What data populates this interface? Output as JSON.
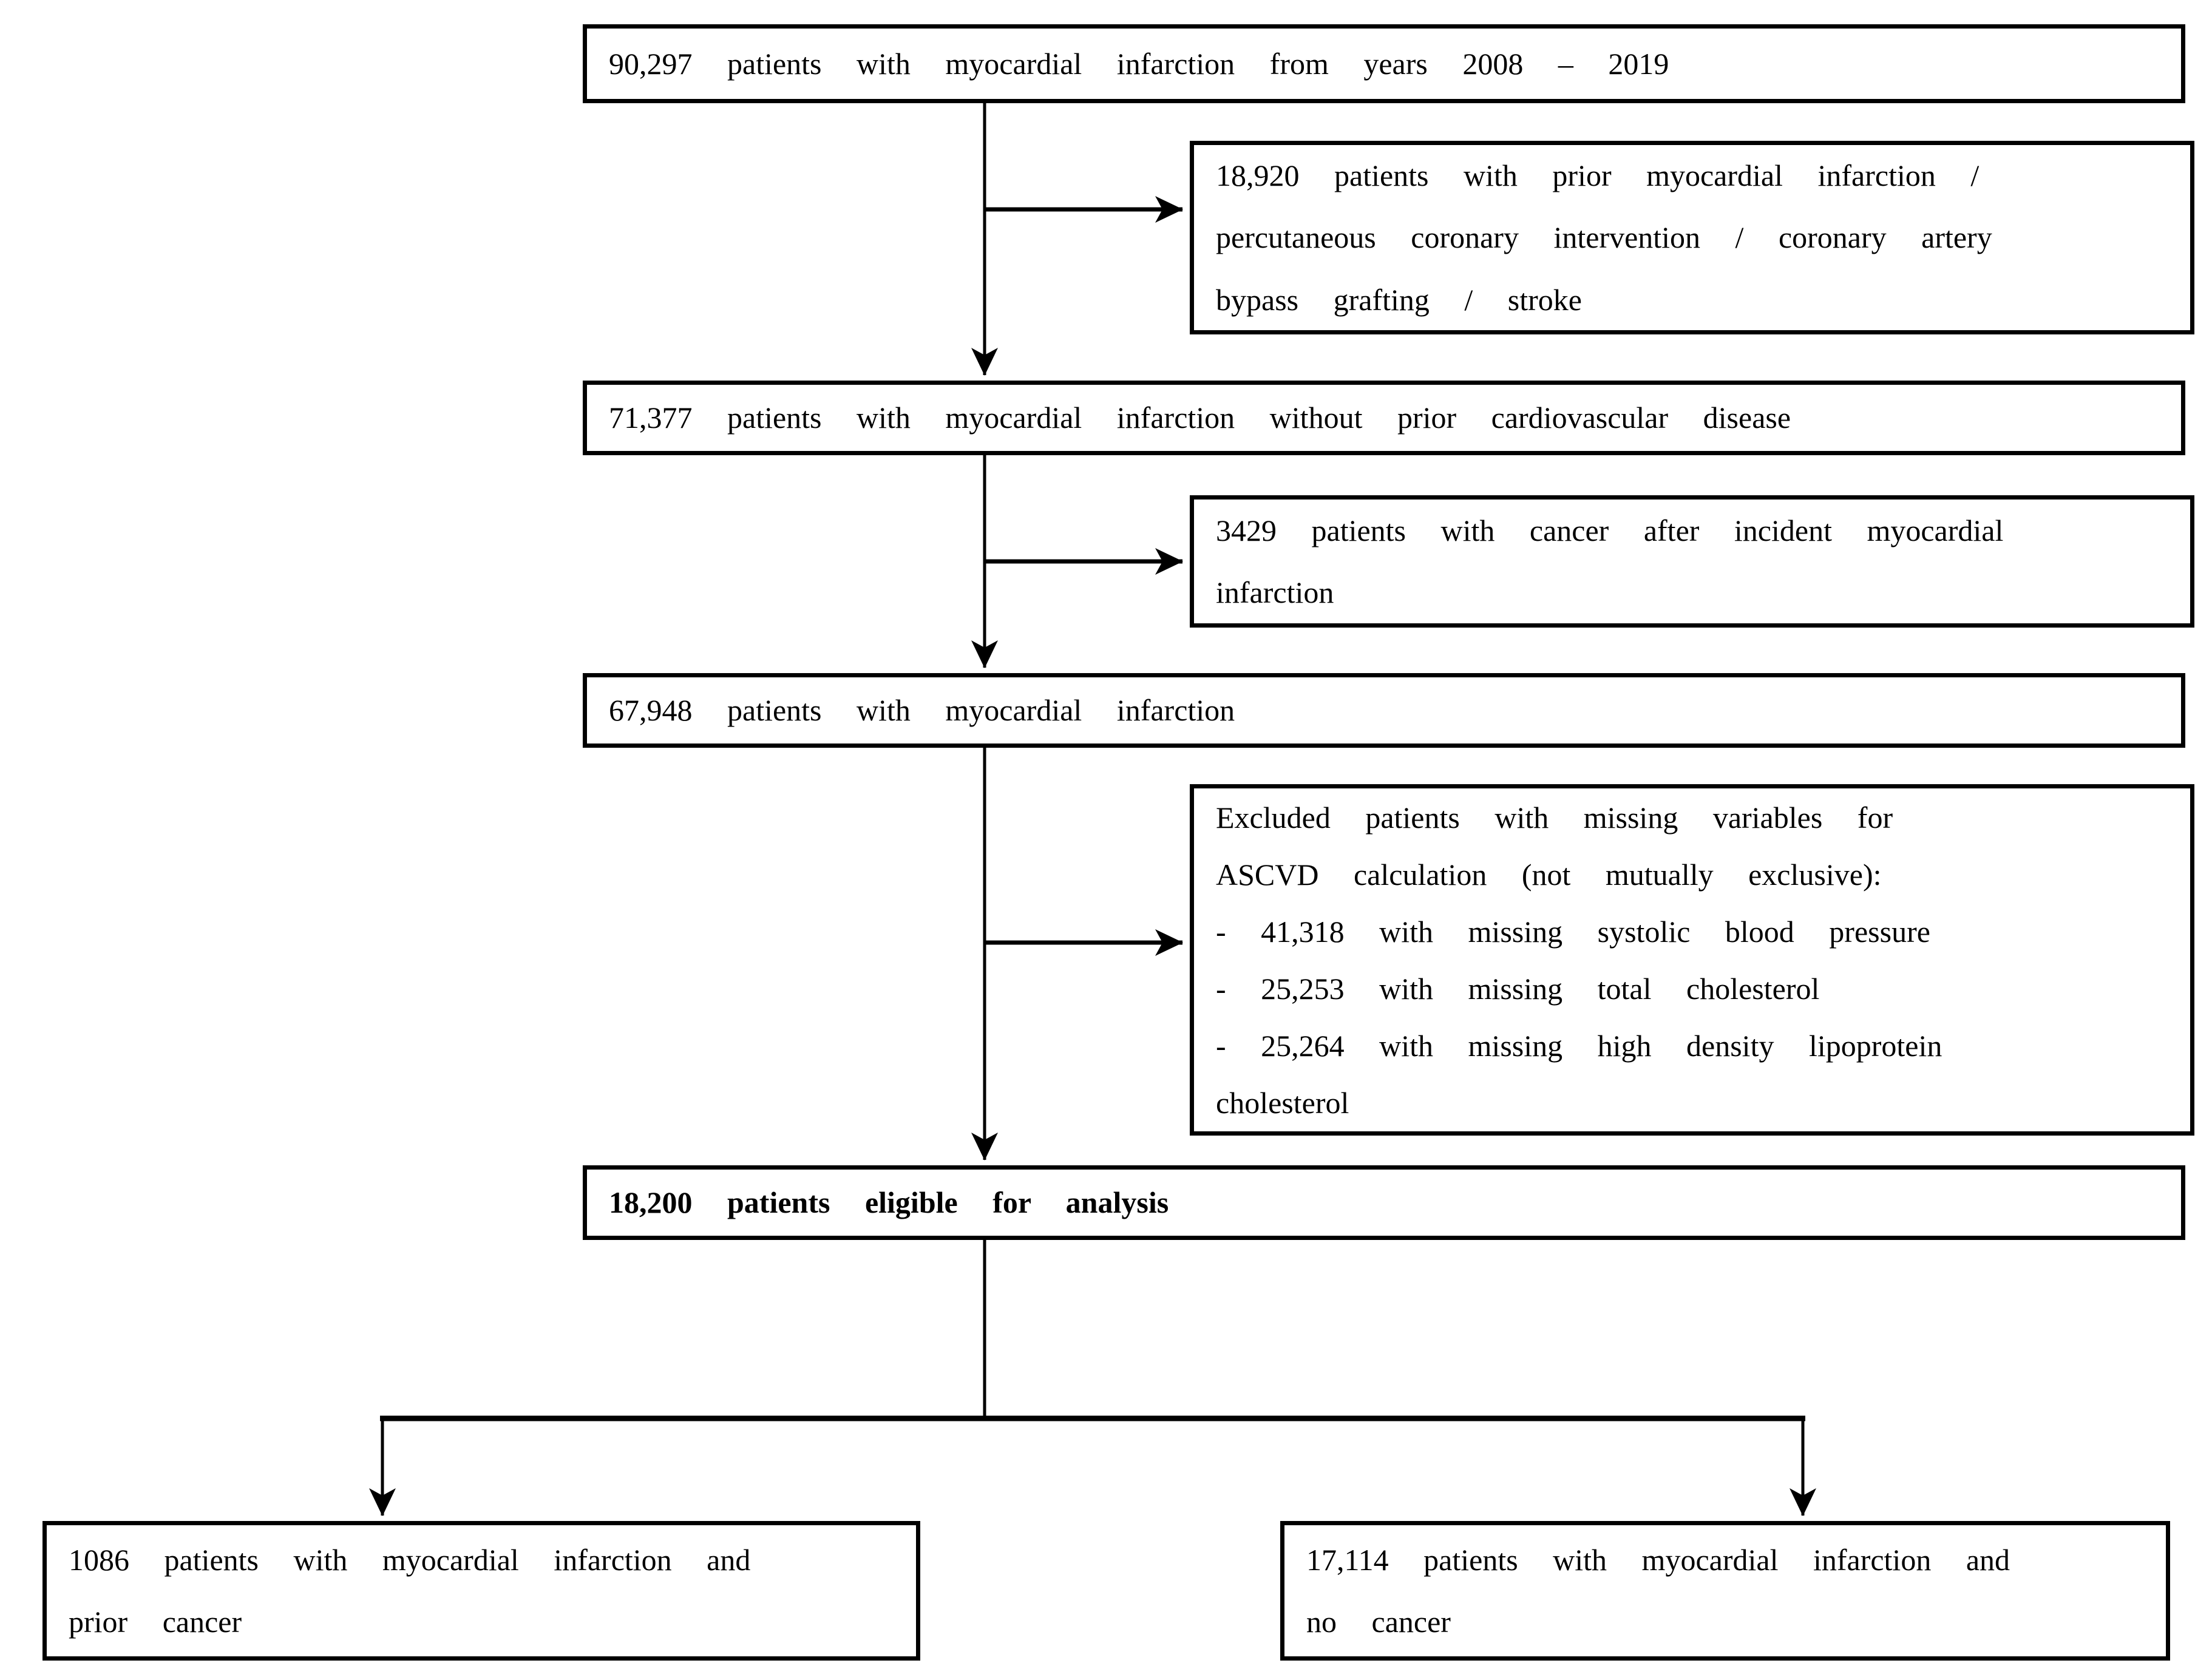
{
  "flowchart": {
    "description": "Patient selection flow diagram, myocardial infarction cohort",
    "colors": {
      "background": "#ffffff",
      "box_border": "#000000",
      "connector": "#000000",
      "text": "#000000"
    },
    "boxes": {
      "initial": {
        "bold": false,
        "lines": [
          "90,297 patients with myocardial infarction from years 2008 – 2019"
        ]
      },
      "excluded_prior_cvd": {
        "bold": false,
        "lines": [
          "18,920 patients with prior myocardial infarction /",
          "percutaneous coronary intervention / coronary artery",
          "bypass grafting / stroke"
        ]
      },
      "no_prior_cvd": {
        "bold": false,
        "lines": [
          "71,377 patients with myocardial infarction without prior cardiovascular disease"
        ]
      },
      "excluded_cancer_after_mi": {
        "bold": false,
        "lines": [
          "3429 patients with cancer after incident myocardial",
          "infarction"
        ]
      },
      "mi_cohort": {
        "bold": false,
        "lines": [
          "67,948 patients with myocardial infarction"
        ]
      },
      "excluded_missing_variables": {
        "bold": false,
        "lines": [
          "Excluded patients with missing variables for",
          "ASCVD calculation (not mutually exclusive):",
          "- 41,318 with missing systolic blood pressure",
          "- 25,253 with missing total cholesterol",
          "- 25,264 with missing high density lipoprotein",
          "cholesterol"
        ]
      },
      "eligible": {
        "bold": true,
        "lines": [
          "18,200 patients eligible for analysis"
        ]
      },
      "prior_cancer": {
        "bold": false,
        "lines": [
          "1086 patients with myocardial infarction and",
          "prior cancer"
        ]
      },
      "no_cancer": {
        "bold": false,
        "lines": [
          "17,114 patients with myocardial infarction and",
          "no cancer"
        ]
      }
    },
    "edges": [
      {
        "from": "initial",
        "to": "no_prior_cvd",
        "type": "arrow-down"
      },
      {
        "from": "initial",
        "to": "excluded_prior_cvd",
        "type": "arrow-right-branch"
      },
      {
        "from": "no_prior_cvd",
        "to": "mi_cohort",
        "type": "arrow-down"
      },
      {
        "from": "no_prior_cvd",
        "to": "excluded_cancer_after_mi",
        "type": "arrow-right-branch"
      },
      {
        "from": "mi_cohort",
        "to": "eligible",
        "type": "arrow-down"
      },
      {
        "from": "mi_cohort",
        "to": "excluded_missing_variables",
        "type": "arrow-right-branch"
      },
      {
        "from": "eligible",
        "to": "prior_cancer",
        "type": "arrow-down-split"
      },
      {
        "from": "eligible",
        "to": "no_cancer",
        "type": "arrow-down-split"
      }
    ]
  }
}
